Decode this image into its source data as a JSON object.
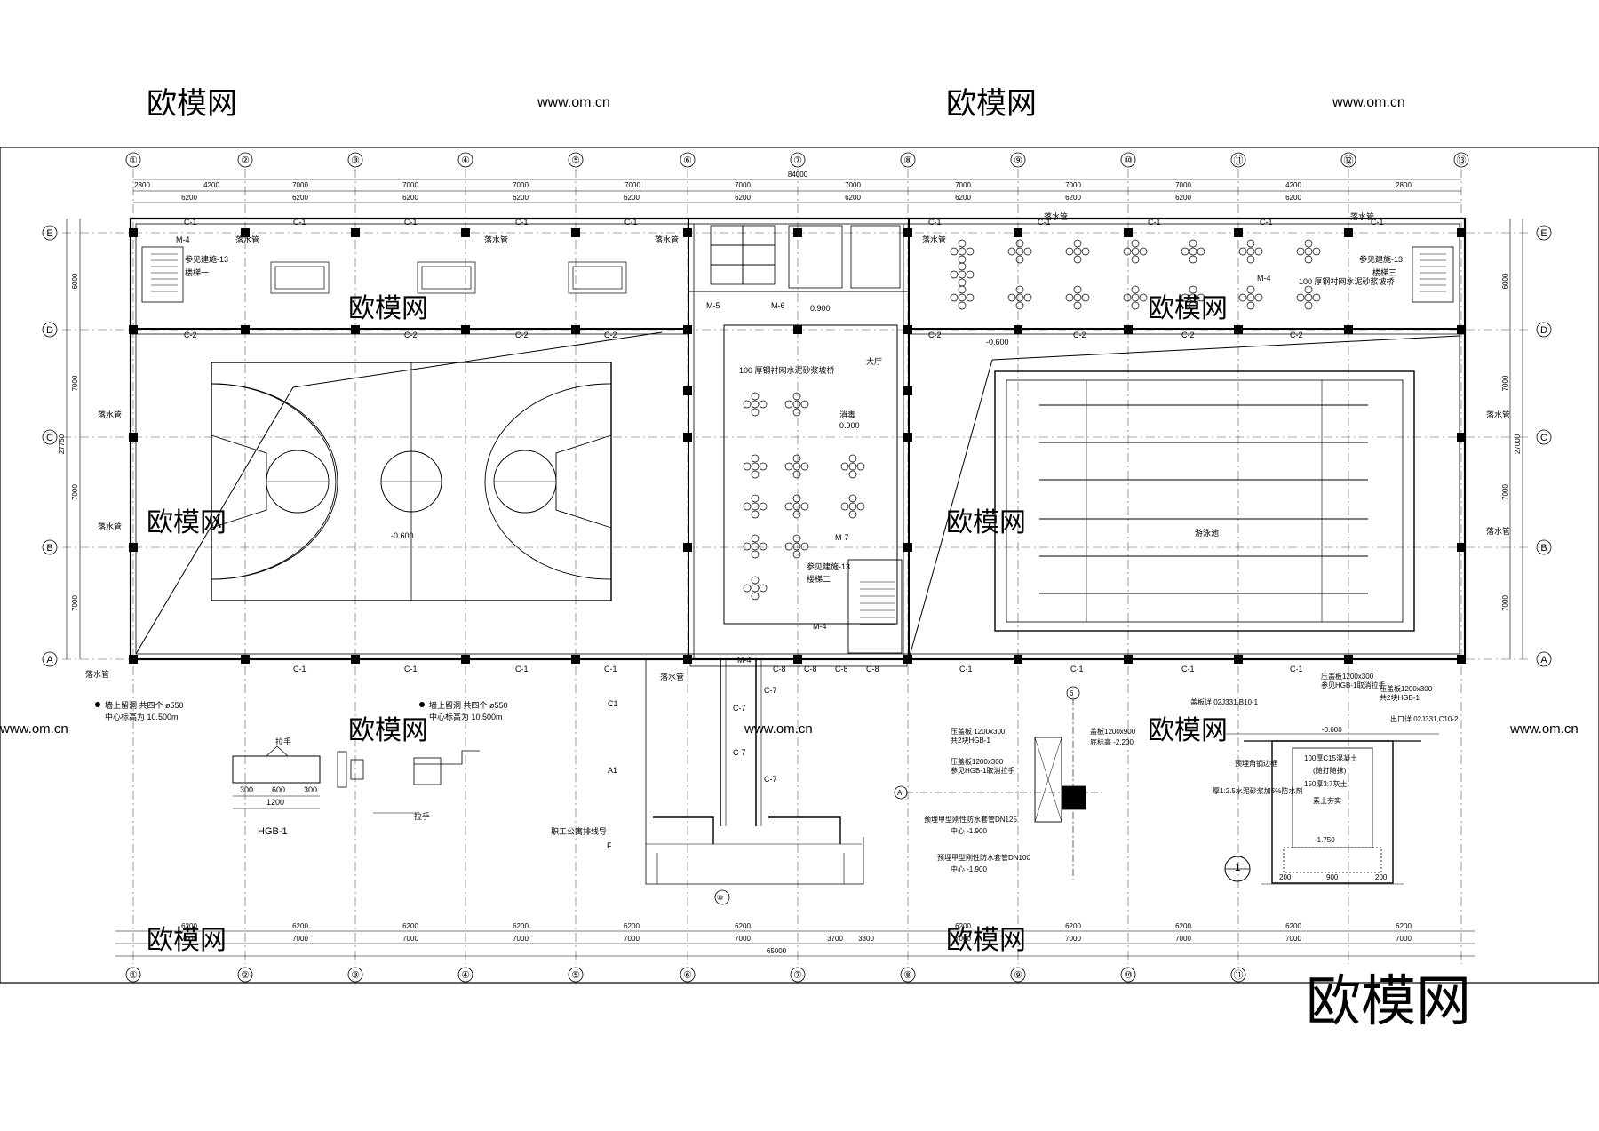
{
  "grid": {
    "cols": [
      "①",
      "②",
      "③",
      "④",
      "⑤",
      "⑥",
      "⑦",
      "⑧",
      "⑨",
      "⑩",
      "⑪",
      "⑫",
      "⑬"
    ],
    "rows": [
      "E",
      "D",
      "C",
      "B",
      "A"
    ]
  },
  "dims": {
    "top_total": "84000",
    "top_row1": [
      "2800",
      "4200",
      "7000",
      "7000",
      "7000",
      "7000",
      "7000",
      "7000",
      "7000",
      "7000",
      "7000",
      "4200",
      "2800"
    ],
    "top_row2": [
      "6200",
      "6200",
      "6200",
      "6200",
      "6200",
      "6200",
      "6200",
      "6200",
      "6200",
      "6200",
      "6200"
    ],
    "bottom_total": "65000",
    "bottom_row1": [
      "6200",
      "6200",
      "6200",
      "6200",
      "6200",
      "6200",
      "6200",
      "6200",
      "6200",
      "6200",
      "6200"
    ],
    "bottom_row2": [
      "7000",
      "7000",
      "7000",
      "7000",
      "7000",
      "7000",
      "3700",
      "3300",
      "7000",
      "7000",
      "7000",
      "7000",
      "7000"
    ],
    "left_bays": [
      "6000",
      "7000",
      "7000",
      "7000"
    ],
    "left_total": "27750",
    "right_bays": [
      "6000",
      "7000",
      "7000",
      "7000"
    ],
    "right_total": "27000"
  },
  "labels": {
    "drain_pipe": "落水管",
    "drain_pipe_left": "落水管",
    "window_c1": "C-1",
    "window_c2": "C-2",
    "window_c7": "C-7",
    "window_c8": "C-8",
    "stair_ref_left": "参见建施-13",
    "stair_left_name": "楼梯一",
    "stair_ref_right": "参见建施-13",
    "stair_right_name": "楼梯三",
    "stair_ref_mid": "参见建施-13",
    "stair_mid_name": "楼梯二",
    "elev_court": "-0.600",
    "elev_pool_side": "-0.600",
    "elev_hall": "0.900",
    "elev_mid": "0.900",
    "hall_label": "大厅",
    "hall_label2": "消毒",
    "note_slope_mid": "100 厚钢衬网水泥砂浆坡桥",
    "note_slope_right": "100 厚钢衬网水泥砂浆坡桥",
    "pool_name": "游泳池",
    "door_m4": "M-4",
    "door_m5": "M-5",
    "door_m6": "M-6",
    "door_m7": "M-7",
    "note_ridge_left": "墙上留洞 共四个 ø550",
    "note_ridge_left2": "中心标高为 10.500m",
    "note_ridge_mid": "墙上留洞 共四个 ø550",
    "note_ridge_mid2": "中心标高为 10.500m",
    "hgb_title": "HGB-1",
    "hgb_hand": "拉手",
    "hgb_dims": [
      "300",
      "600",
      "300",
      "1200"
    ],
    "detail_pit_title1": "100厚C15混凝土",
    "detail_pit_title2": "(随打随抹)",
    "detail_pit_title3": "150厚3:7灰土",
    "detail_pit_title4": "素土夯实",
    "detail_pit_elev": "-1.750",
    "detail_pit_top": "-0.600",
    "detail_pit_left_note": "预埋角钢边框",
    "detail_pit_left_note2": "厚1:2.5水泥砂浆加5%防水剂",
    "detail_pit_ref1": "盖板详 02J331,B10-1",
    "detail_pit_ref2": "出口详 02J331,C10-2",
    "detail_pit_dims": [
      "200",
      "900",
      "200"
    ],
    "detail_pit_circle": "1",
    "detail_a_plate1": "压盖板 1200x300",
    "detail_a_plate1b": "共2块HGB-1",
    "detail_a_plate2": "压盖板1200x300",
    "detail_a_plate2b": "参见HGB-1取消拉手",
    "detail_a_plate3": "盖板1200x900",
    "detail_a_plate3b": "底标高 -2.200",
    "detail_a_pipe1": "预埋甲型刚性防水套管DN125",
    "detail_a_pipe1b": "中心 -1.900",
    "detail_a_pipe2": "预埋甲型刚性防水套管DN100",
    "detail_a_pipe2b": "中心 -1.900",
    "detail_a_axis": "A",
    "detail_a_axis6": "6",
    "detail_r_plate1": "压盖板1200x300",
    "detail_r_plate1b": "参见HGB-1取消拉手",
    "detail_r_plate2": "压盖板1200x300",
    "detail_r_plate2b": "共2块HGB-1",
    "court_note": "职工公寓排线导",
    "bottom_axis_10": "⑩",
    "axis_c1": "C1",
    "axis_a1": "A1",
    "axis_f": "F"
  },
  "watermarks": {
    "logo_text": "欧模网",
    "url_text": "www.om.cn",
    "big_logo": "欧模网"
  }
}
